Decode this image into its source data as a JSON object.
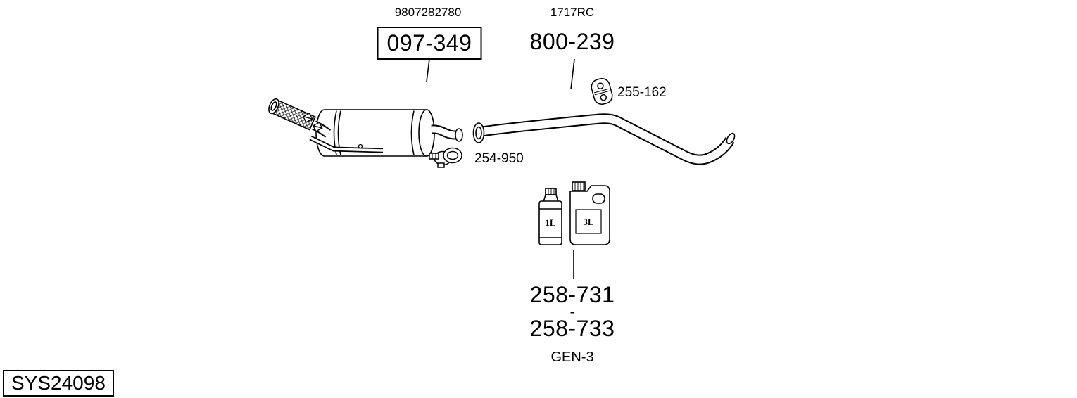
{
  "style": {
    "ink": "#000000",
    "background": "#ffffff"
  },
  "icons": {
    "muffler": "muffler-with-flex-pipe-drawing",
    "rear_pipe": "rear-exhaust-pipe-drawing",
    "hanger": "rubber-hanger-icon",
    "clamp": "pipe-clamp-icon",
    "bottles": "additive-bottles-icon"
  },
  "diagram": {
    "system_code": "SYS24098",
    "front_section": {
      "oem_ref": "9807282780",
      "part_number": "097-349"
    },
    "rear_section": {
      "oem_ref": "1717RC",
      "part_number": "800-239"
    },
    "hanger": {
      "part_number": "255-162"
    },
    "clamp": {
      "part_number": "254-950"
    },
    "additive": {
      "part_number_1": "258-731",
      "separator": "-",
      "part_number_2": "258-733",
      "spec": "GEN-3",
      "bottle_small_label": "1L",
      "bottle_large_label": "3L"
    }
  }
}
